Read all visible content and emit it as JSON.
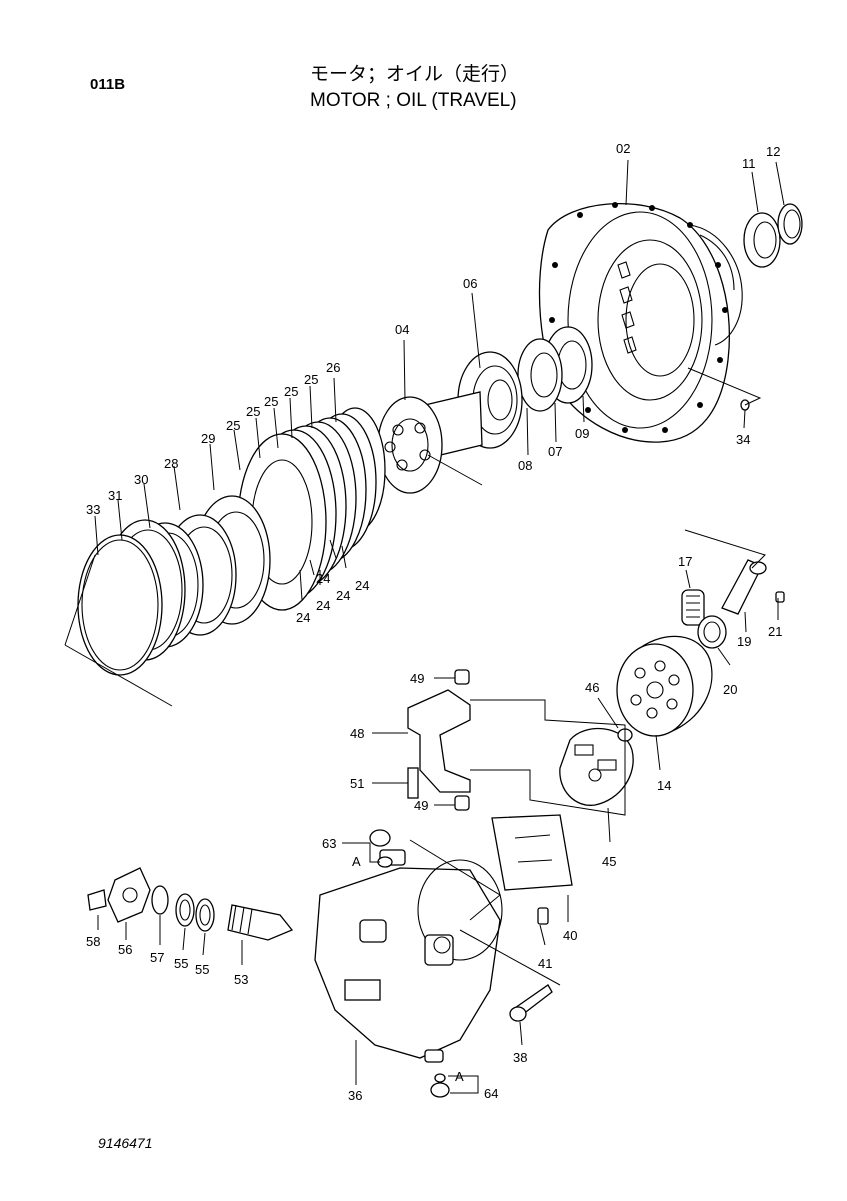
{
  "header": {
    "group_code": "011B",
    "title_jp": "モータ；オイル（走行）",
    "title_en": "MOTOR ; OIL (TRAVEL)"
  },
  "document_number": "9146471",
  "callouts": [
    {
      "ref": "02",
      "text": "02"
    },
    {
      "ref": "11",
      "text": "11"
    },
    {
      "ref": "12",
      "text": "12"
    },
    {
      "ref": "06",
      "text": "06"
    },
    {
      "ref": "04",
      "text": "04"
    },
    {
      "ref": "26",
      "text": "26"
    },
    {
      "ref": "25a",
      "text": "25"
    },
    {
      "ref": "25b",
      "text": "25"
    },
    {
      "ref": "25c",
      "text": "25"
    },
    {
      "ref": "25d",
      "text": "25"
    },
    {
      "ref": "25e",
      "text": "25"
    },
    {
      "ref": "29",
      "text": "29"
    },
    {
      "ref": "28",
      "text": "28"
    },
    {
      "ref": "30",
      "text": "30"
    },
    {
      "ref": "31",
      "text": "31"
    },
    {
      "ref": "33",
      "text": "33"
    },
    {
      "ref": "08",
      "text": "08"
    },
    {
      "ref": "07",
      "text": "07"
    },
    {
      "ref": "09",
      "text": "09"
    },
    {
      "ref": "34",
      "text": "34"
    },
    {
      "ref": "24a",
      "text": "24"
    },
    {
      "ref": "24b",
      "text": "24"
    },
    {
      "ref": "24c",
      "text": "24"
    },
    {
      "ref": "24d",
      "text": "24"
    },
    {
      "ref": "24e",
      "text": "24"
    },
    {
      "ref": "17",
      "text": "17"
    },
    {
      "ref": "19",
      "text": "19"
    },
    {
      "ref": "21",
      "text": "21"
    },
    {
      "ref": "20",
      "text": "20"
    },
    {
      "ref": "46",
      "text": "46"
    },
    {
      "ref": "14",
      "text": "14"
    },
    {
      "ref": "49a",
      "text": "49"
    },
    {
      "ref": "48",
      "text": "48"
    },
    {
      "ref": "51",
      "text": "51"
    },
    {
      "ref": "49b",
      "text": "49"
    },
    {
      "ref": "45",
      "text": "45"
    },
    {
      "ref": "63",
      "text": "63"
    },
    {
      "ref": "A1",
      "text": "A"
    },
    {
      "ref": "40",
      "text": "40"
    },
    {
      "ref": "41",
      "text": "41"
    },
    {
      "ref": "58",
      "text": "58"
    },
    {
      "ref": "56",
      "text": "56"
    },
    {
      "ref": "57",
      "text": "57"
    },
    {
      "ref": "55a",
      "text": "55"
    },
    {
      "ref": "55b",
      "text": "55"
    },
    {
      "ref": "53",
      "text": "53"
    },
    {
      "ref": "38",
      "text": "38"
    },
    {
      "ref": "36",
      "text": "36"
    },
    {
      "ref": "A2",
      "text": "A"
    },
    {
      "ref": "64",
      "text": "64"
    }
  ]
}
